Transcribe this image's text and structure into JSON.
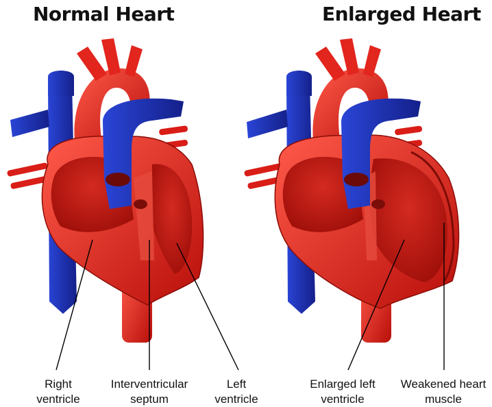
{
  "titles": {
    "normal": "Normal Heart",
    "enlarged": "Enlarged Heart"
  },
  "labels": {
    "right_ventricle": [
      "Right",
      "ventricle"
    ],
    "septum": [
      "Interventricular",
      "septum"
    ],
    "left_ventricle": [
      "Left",
      "ventricle"
    ],
    "enlarged_left_ventricle": [
      "Enlarged left",
      "ventricle"
    ],
    "weakened_muscle": [
      "Weakened heart",
      "muscle"
    ]
  },
  "colors": {
    "vein": "#1f33b8",
    "artery": "#e0201b",
    "chamber": "#c8160f",
    "muscle": "#e8423a",
    "background": "#ffffff"
  }
}
